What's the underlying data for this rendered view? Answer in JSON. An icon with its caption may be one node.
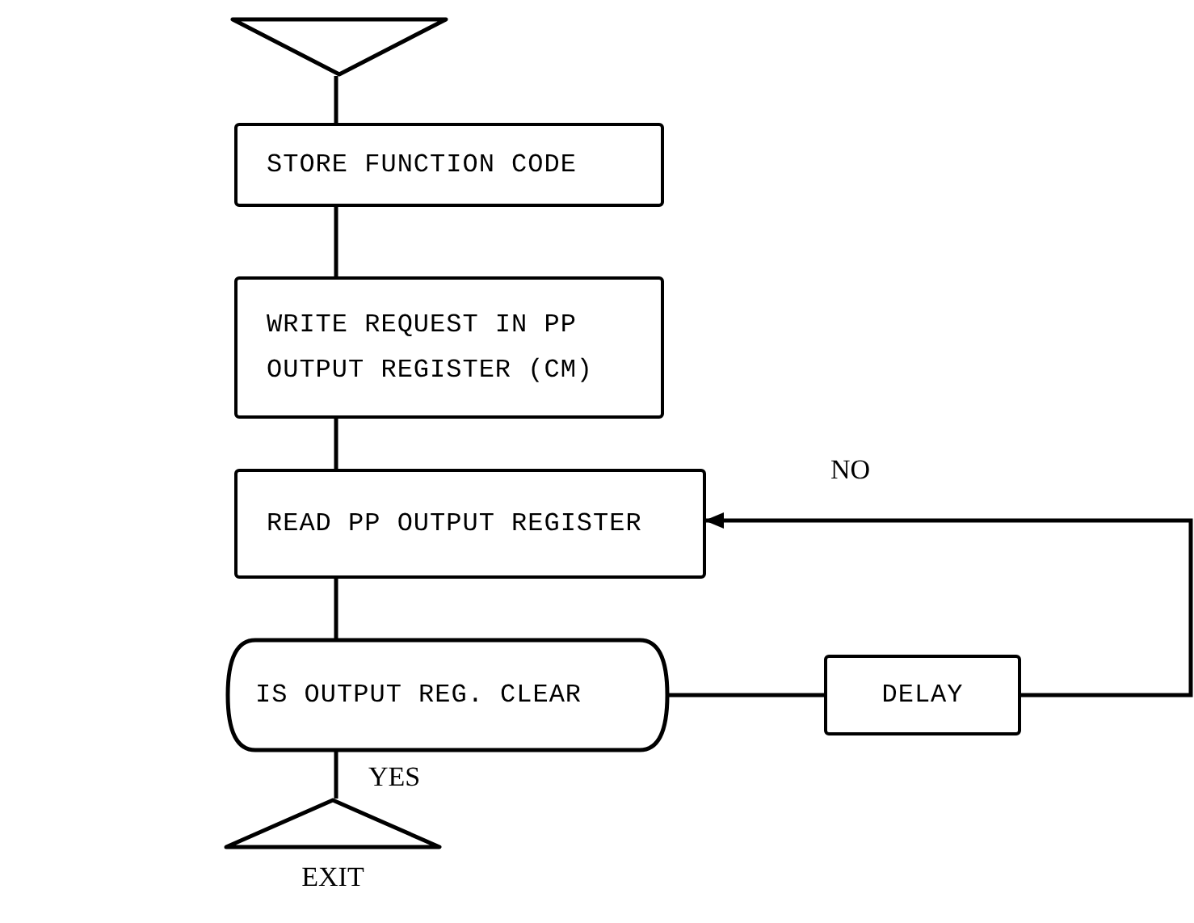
{
  "diagram": {
    "nodes": [
      {
        "text": [],
        "shape": "triangle"
      },
      {
        "text": [
          "STORE FUNCTION CODE"
        ]
      },
      {
        "text": [
          "WRITE REQUEST IN PP OUTPUT REGISTER (CM)"
        ]
      },
      {
        "text": [
          "READ PP OUTPUT REGISTER"
        ]
      },
      {
        "text": [
          "IS OUTPUT REG. CLEAR"
        ]
      },
      {
        "text": [
          "DELAY"
        ]
      },
      {
        "text": [
          "EXIT"
        ]
      }
    ],
    "edges": [
      {
        "from": 0,
        "to": 1,
        "arrow": "none"
      },
      {
        "from": 1,
        "to": 2,
        "arrow": "none"
      },
      {
        "from": 2,
        "to": 3,
        "arrow": "none"
      },
      {
        "from": 3,
        "to": 4,
        "arrow": "none"
      },
      {
        "from": 4,
        "to": 5,
        "arrow": "none"
      },
      {
        "from": 5,
        "to": 3,
        "arrow": "to",
        "label": "NO"
      },
      {
        "from": 4,
        "to": 6,
        "arrow": "none",
        "label": "YES"
      }
    ]
  }
}
